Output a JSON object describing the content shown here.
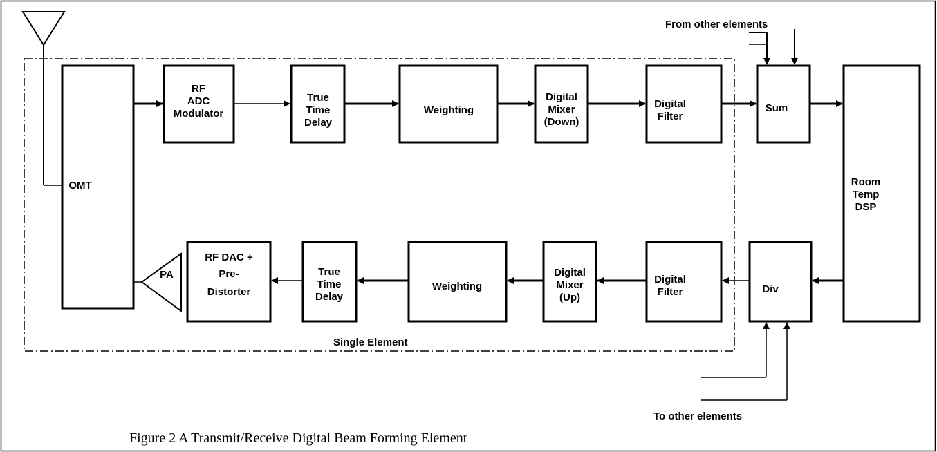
{
  "caption": "Figure 2 A Transmit/Receive Digital Beam Forming Element",
  "region_label": "Single Element",
  "notes": {
    "from_other": "From other elements",
    "to_other": "To other elements"
  },
  "blocks": {
    "omt": [
      "OMT"
    ],
    "rf_adc": [
      "RF",
      "ADC",
      "Modulator"
    ],
    "ttd_rx": [
      "True",
      "Time",
      "Delay"
    ],
    "weight_rx": [
      "Weighting"
    ],
    "mixer_down": [
      "Digital",
      "Mixer",
      "(Down)"
    ],
    "filter_rx": [
      "Digital",
      "Filter"
    ],
    "sum": [
      "Sum"
    ],
    "dsp": [
      "Room",
      "Temp",
      "DSP"
    ],
    "div": [
      "Div"
    ],
    "filter_tx": [
      "Digital",
      "Filter"
    ],
    "mixer_up": [
      "Digital",
      "Mixer",
      "(Up)"
    ],
    "weight_tx": [
      "Weighting"
    ],
    "ttd_tx": [
      "True",
      "Time",
      "Delay"
    ],
    "rf_dac": [
      "RF DAC  +",
      "Pre-",
      "Distorter"
    ],
    "pa": [
      "PA"
    ]
  }
}
